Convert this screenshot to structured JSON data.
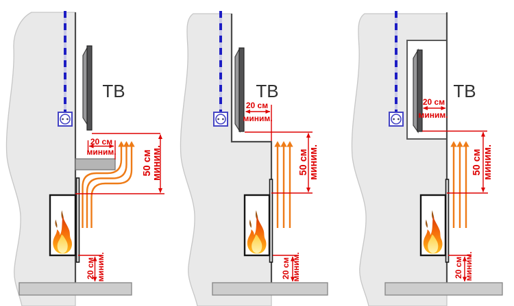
{
  "colors": {
    "background": "#ffffff",
    "wall_fill": "#e9e9e9",
    "wall_edge_dark": "#4a4a4a",
    "floor_fill": "#cdcdcd",
    "shelf_fill": "#b5b5b5",
    "dimension_red": "#dd0000",
    "airflow_orange": "#ee7b17",
    "cable_blue": "#1d1dc4",
    "outlet_blue": "#4444c4",
    "tv_panel_gray": "#525254",
    "flame_orange": "#f4680a",
    "flame_yellow": "#ffd84d"
  },
  "icons": {
    "power-outlet-icon": "blue square socket face with two pins",
    "flame-icon": "layered orange-yellow flame",
    "airflow-arrow-icon": "orange upward arrow line",
    "tv-cable-icon": "blue dashed vertical cable",
    "dimension-arrow-icon": "red double-headed measuring arrow"
  },
  "diagrams": [
    {
      "tv_label": "ТВ",
      "dims": {
        "top": {
          "value": "20 см",
          "unit": "миним."
        },
        "side": {
          "value": "50 см",
          "unit": "миним."
        },
        "bottom": {
          "value": "20 см",
          "unit": "миним."
        }
      }
    },
    {
      "tv_label": "ТВ",
      "dims": {
        "top": {
          "value": "20 см",
          "unit": "миним."
        },
        "side": {
          "value": "50 см",
          "unit": "миним."
        },
        "bottom": {
          "value": "20 см",
          "unit": "миним."
        }
      }
    },
    {
      "tv_label": "ТВ",
      "dims": {
        "top": {
          "value": "20 см",
          "unit": "миним."
        },
        "side": {
          "value": "50 см",
          "unit": "миним."
        },
        "bottom": {
          "value": "20 см",
          "unit": "миним."
        }
      }
    }
  ]
}
